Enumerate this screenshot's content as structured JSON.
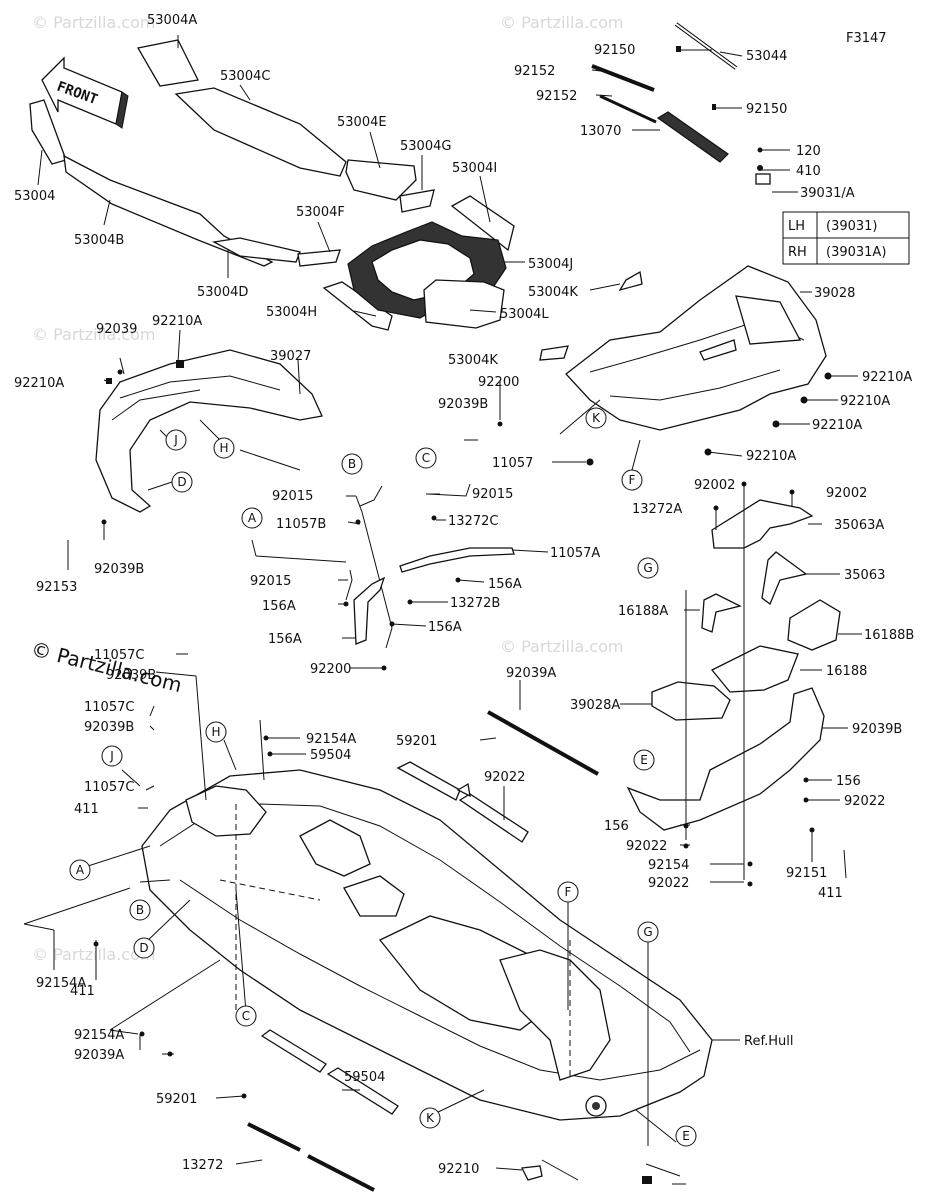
{
  "figure_code": "F3147",
  "watermark": "© Partzilla.com",
  "front_arrow_label": "FRONT",
  "reference_label": "Ref.Hull",
  "side_table": {
    "rows": [
      {
        "side": "LH",
        "part": "(39031)"
      },
      {
        "side": "RH",
        "part": "(39031A)"
      }
    ]
  },
  "circle_labels": [
    "A",
    "B",
    "C",
    "D",
    "E",
    "F",
    "G",
    "H",
    "J",
    "K"
  ],
  "part_labels": [
    "53004A",
    "53004C",
    "53004",
    "53004B",
    "53004E",
    "53004G",
    "53004I",
    "53004F",
    "53004D",
    "53004J",
    "53004H",
    "53004K",
    "53004L",
    "92150",
    "53044",
    "92152",
    "92152",
    "92150",
    "13070",
    "120",
    "410",
    "39031/A",
    "39028",
    "92039",
    "92210A",
    "92210A",
    "39027",
    "53004K",
    "92200",
    "92039B",
    "92210A",
    "92210A",
    "92210A",
    "92210A",
    "11057",
    "92015",
    "11057B",
    "92015",
    "13272C",
    "11057A",
    "92015",
    "156A",
    "156A",
    "13272B",
    "156A",
    "156A",
    "92200",
    "92039B",
    "92153",
    "92002",
    "92002",
    "13272A",
    "35063A",
    "35063",
    "16188A",
    "16188B",
    "16188",
    "39028A",
    "92039B",
    "11057C",
    "92039B",
    "11057C",
    "92039B",
    "11057C",
    "411",
    "92154A",
    "59504",
    "92039A",
    "59201",
    "92022",
    "156",
    "92022",
    "156",
    "92022",
    "92154",
    "92022",
    "92151",
    "411",
    "92154A",
    "411",
    "92154A",
    "92039A",
    "59201",
    "59504",
    "13272",
    "92210"
  ]
}
